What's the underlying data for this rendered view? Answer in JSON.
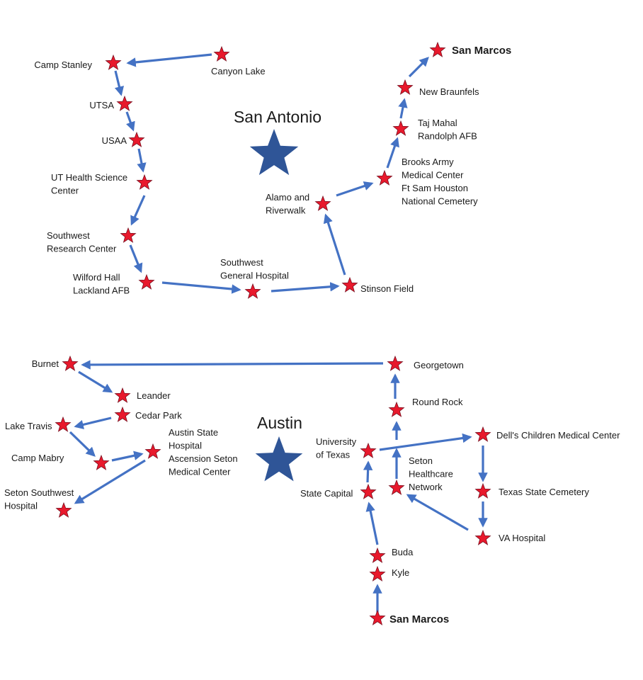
{
  "colors": {
    "route": "#4472C4",
    "marker": "#E8192C",
    "marker_outline": "#7a1020",
    "hub_star": "#2F5597",
    "text": "#1a1a1a"
  },
  "icons": {
    "stop": "red-star-icon",
    "hub": "blue-star-icon"
  },
  "san_antonio": {
    "city": "San Antonio",
    "stops": [
      {
        "id": "canyon-lake",
        "lines": [
          "Canyon Lake"
        ]
      },
      {
        "id": "camp-stanley",
        "lines": [
          "Camp Stanley"
        ]
      },
      {
        "id": "utsa",
        "lines": [
          "UTSA"
        ]
      },
      {
        "id": "usaa",
        "lines": [
          "USAA"
        ]
      },
      {
        "id": "ut-health",
        "lines": [
          "UT Health Science",
          "Center"
        ]
      },
      {
        "id": "southwest-research",
        "lines": [
          "Southwest",
          "Research Center"
        ]
      },
      {
        "id": "wilford-hall",
        "lines": [
          "Wilford Hall",
          "Lackland AFB"
        ]
      },
      {
        "id": "southwest-general",
        "lines": [
          "Southwest",
          "General Hospital"
        ]
      },
      {
        "id": "stinson-field",
        "lines": [
          "Stinson Field"
        ]
      },
      {
        "id": "alamo",
        "lines": [
          "Alamo and",
          "Riverwalk"
        ]
      },
      {
        "id": "brooks",
        "lines": [
          "Brooks Army",
          "Medical Center",
          "Ft Sam Houston",
          "National Cemetery"
        ]
      },
      {
        "id": "taj-mahal",
        "lines": [
          "Taj Mahal",
          "Randolph AFB"
        ]
      },
      {
        "id": "new-braunfels",
        "lines": [
          "New Braunfels"
        ]
      },
      {
        "id": "san-marcos-sa",
        "lines": [
          "San Marcos"
        ]
      }
    ]
  },
  "austin": {
    "city": "Austin",
    "stops": [
      {
        "id": "burnet",
        "lines": [
          "Burnet"
        ]
      },
      {
        "id": "leander",
        "lines": [
          "Leander"
        ]
      },
      {
        "id": "cedar-park",
        "lines": [
          "Cedar Park"
        ]
      },
      {
        "id": "lake-travis",
        "lines": [
          "Lake Travis"
        ]
      },
      {
        "id": "camp-mabry",
        "lines": [
          "Camp Mabry"
        ]
      },
      {
        "id": "austin-state",
        "lines": [
          "Austin State",
          "Hospital",
          "Ascension Seton",
          "Medical Center"
        ]
      },
      {
        "id": "seton-southwest",
        "lines": [
          "Seton Southwest",
          "Hospital"
        ]
      },
      {
        "id": "georgetown",
        "lines": [
          "Georgetown"
        ]
      },
      {
        "id": "round-rock",
        "lines": [
          "Round Rock"
        ]
      },
      {
        "id": "ut-austin",
        "lines": [
          "University",
          "of Texas"
        ]
      },
      {
        "id": "dells",
        "lines": [
          "Dell's Children Medical Center"
        ]
      },
      {
        "id": "seton-healthcare",
        "lines": [
          "Seton",
          "Healthcare",
          "Network"
        ]
      },
      {
        "id": "state-capital",
        "lines": [
          "State Capital"
        ]
      },
      {
        "id": "tx-cemetery",
        "lines": [
          "Texas State Cemetery"
        ]
      },
      {
        "id": "va-hospital",
        "lines": [
          "VA Hospital"
        ]
      },
      {
        "id": "buda",
        "lines": [
          "Buda"
        ]
      },
      {
        "id": "kyle",
        "lines": [
          "Kyle"
        ]
      },
      {
        "id": "san-marcos-au",
        "lines": [
          "San Marcos"
        ]
      }
    ]
  }
}
